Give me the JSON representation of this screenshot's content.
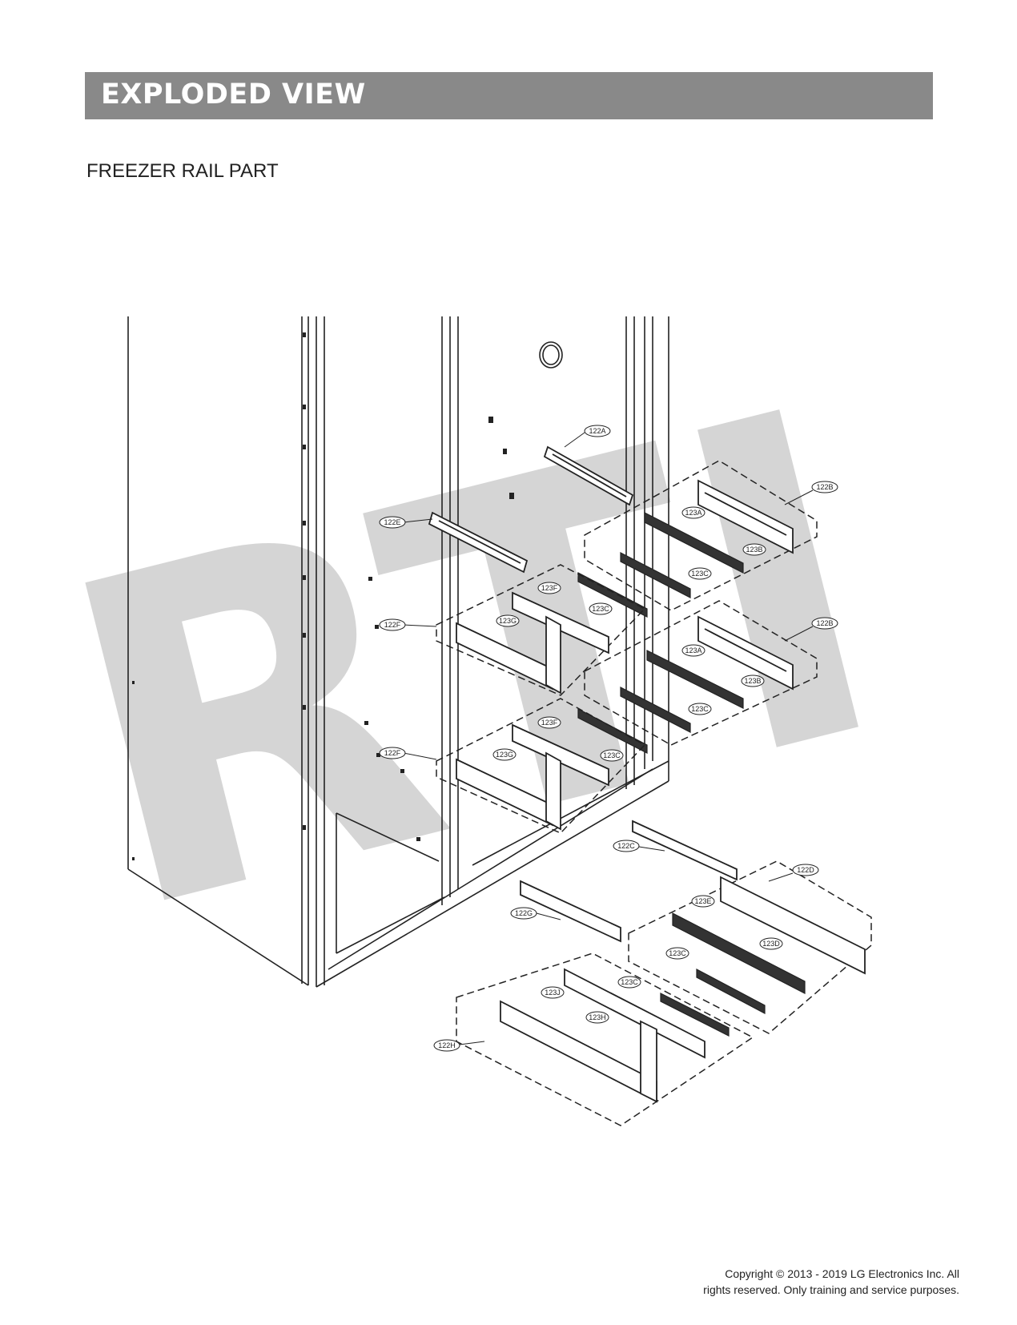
{
  "header": {
    "title": "EXPLODED VIEW"
  },
  "section_title": "FREEZER RAIL PART",
  "watermark": "RTI",
  "callouts": {
    "c122A": "122A",
    "c122B_top": "122B",
    "c123A_top": "123A",
    "c123B_top": "123B",
    "c123C_top": "123C",
    "c122E": "122E",
    "c123F_top": "123F",
    "c123C_mid1": "123C",
    "c122F_top": "122F",
    "c123G_top": "123G",
    "c122B_mid": "122B",
    "c123A_mid": "123A",
    "c123B_mid": "123B",
    "c123C_mid2": "123C",
    "c123F_mid": "123F",
    "c122F_mid": "122F",
    "c123G_mid": "123G",
    "c123C_mid3": "123C",
    "c122C": "122C",
    "c122D": "122D",
    "c123E": "123E",
    "c123D": "123D",
    "c122G": "122G",
    "c123C_low1": "123C",
    "c123C_low2": "123C",
    "c123J": "123J",
    "c123H": "123H",
    "c122H": "122H"
  },
  "copyright": {
    "line1": "Copyright © 2013 - 2019 LG Electronics Inc. All",
    "line2": "rights reserved. Only training and service purposes."
  }
}
